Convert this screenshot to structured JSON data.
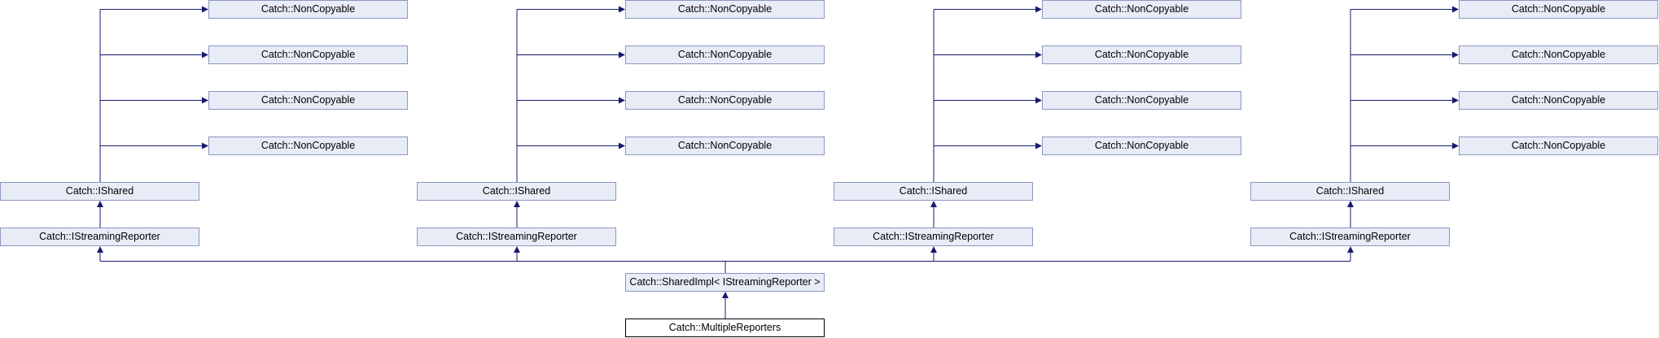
{
  "diagram": {
    "root": {
      "label": "Catch::MultipleReporters"
    },
    "base": {
      "label": "Catch::SharedImpl< IStreamingReporter >"
    },
    "branches": [
      {
        "reporter": "Catch::IStreamingReporter",
        "shared": "Catch::IShared",
        "noncopyables": [
          "Catch::NonCopyable",
          "Catch::NonCopyable",
          "Catch::NonCopyable",
          "Catch::NonCopyable"
        ]
      },
      {
        "reporter": "Catch::IStreamingReporter",
        "shared": "Catch::IShared",
        "noncopyables": [
          "Catch::NonCopyable",
          "Catch::NonCopyable",
          "Catch::NonCopyable",
          "Catch::NonCopyable"
        ]
      },
      {
        "reporter": "Catch::IStreamingReporter",
        "shared": "Catch::IShared",
        "noncopyables": [
          "Catch::NonCopyable",
          "Catch::NonCopyable",
          "Catch::NonCopyable",
          "Catch::NonCopyable"
        ]
      },
      {
        "reporter": "Catch::IStreamingReporter",
        "shared": "Catch::IShared",
        "noncopyables": [
          "Catch::NonCopyable",
          "Catch::NonCopyable",
          "Catch::NonCopyable",
          "Catch::NonCopyable"
        ]
      }
    ],
    "colors": {
      "edge": "#191970",
      "node_fill": "#e8ecf7",
      "node_border": "#8c97bf",
      "root_border": "#000000"
    }
  }
}
